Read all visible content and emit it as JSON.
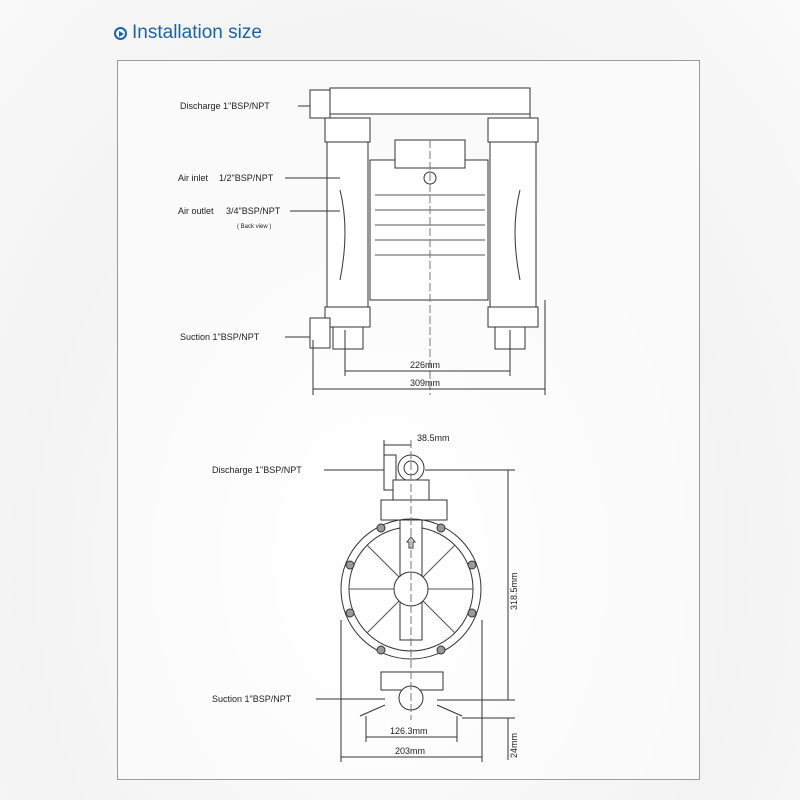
{
  "title": "Installation size",
  "front_view": {
    "discharge": "Discharge 1\"BSP/NPT",
    "air_inlet": "Air inlet",
    "air_inlet_size": "1/2\"BSP/NPT",
    "air_outlet": "Air outlet",
    "air_outlet_size": "3/4\"BSP/NPT",
    "back_view": "( Back view )",
    "suction": "Suction 1\"BSP/NPT",
    "dim_inner": "226mm",
    "dim_outer": "309mm"
  },
  "side_view": {
    "dim_top": "38.5mm",
    "discharge": "Discharge 1\"BSP/NPT",
    "height": "318.5mm",
    "suction": "Suction 1\"BSP/NPT",
    "dim_feet": "126.3mm",
    "dim_width": "203mm",
    "dim_base": "24mm"
  }
}
